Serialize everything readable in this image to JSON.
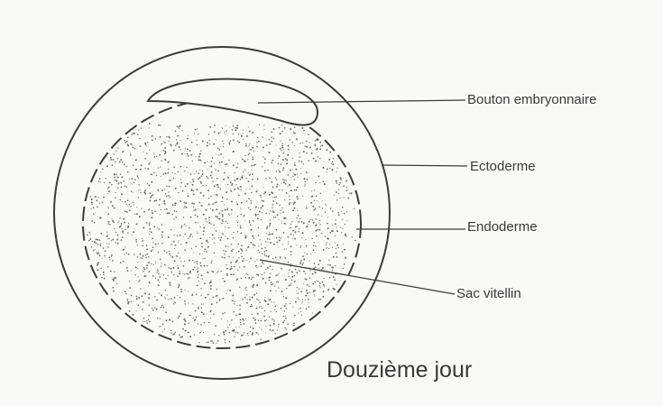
{
  "labels": {
    "bouton": "Bouton embryonnaire",
    "ectoderme": "Ectoderme",
    "endoderme": "Endoderme",
    "sac": "Sac vitellin"
  },
  "caption": "Douzième jour",
  "colors": {
    "line": "#3c3c3c",
    "stipple": "#6a6a6a",
    "paper": "#f9f9f8"
  }
}
